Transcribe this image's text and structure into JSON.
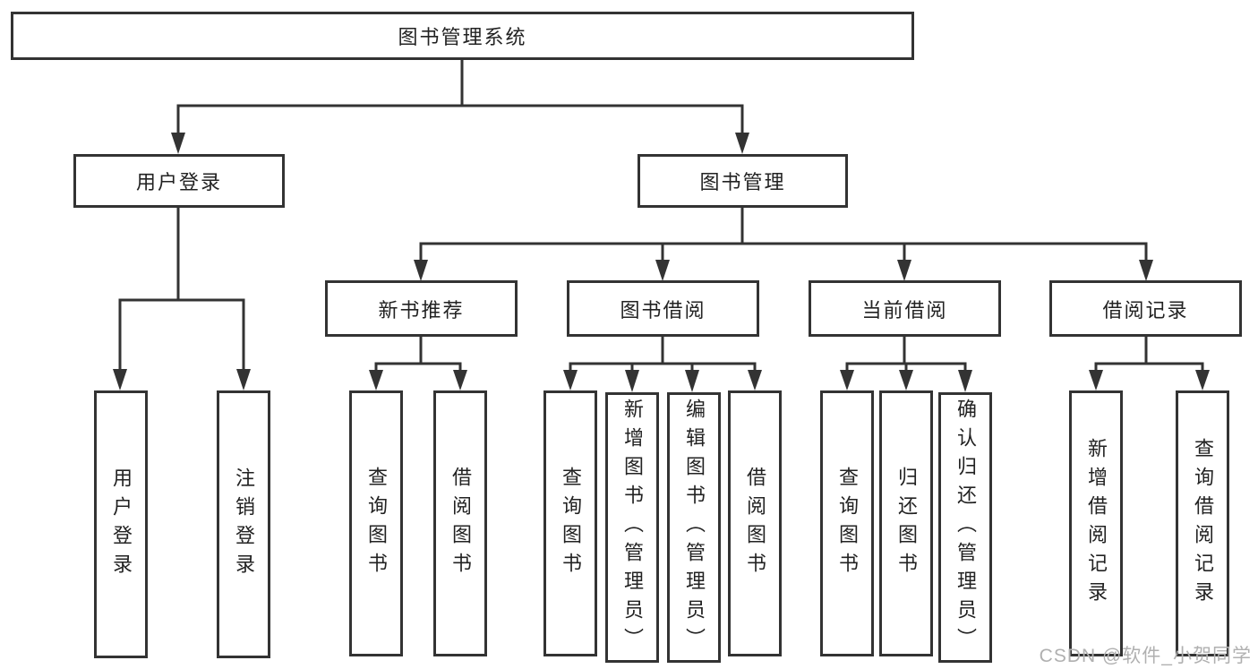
{
  "diagram": {
    "root": "图书管理系统",
    "level2": [
      "用户登录",
      "图书管理"
    ],
    "level3": [
      "新书推荐",
      "图书借阅",
      "当前借阅",
      "借阅记录"
    ],
    "leaves": {
      "user_login": [
        "用户登录",
        "注销登录"
      ],
      "new_book": [
        "查询图书",
        "借阅图书"
      ],
      "book_borrow": [
        "查询图书",
        "新增图书（管理员）",
        "编辑图书（管理员）",
        "借阅图书"
      ],
      "current_borrow": [
        "查询图书",
        "归还图书",
        "确认归还（管理员）"
      ],
      "borrow_record": [
        "新增借阅记录",
        "查询借阅记录"
      ]
    }
  },
  "watermark": "CSDN @软件_小贺同学",
  "colors": {
    "line": "#333333",
    "text": "#222222",
    "watermark": "#b0b0b0",
    "background": "#ffffff"
  }
}
